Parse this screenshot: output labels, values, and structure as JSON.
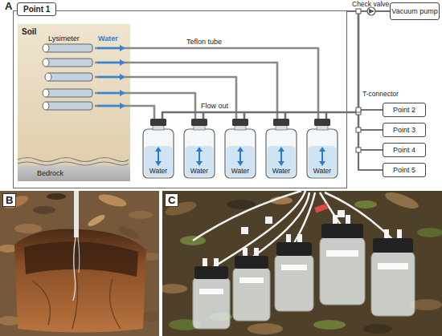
{
  "diagram": {
    "nodes": [
      {
        "text": [
          "Point 1"
        ]
      },
      {
        "text": [
          "Soil"
        ],
        "in": 0
      },
      {
        "text": [
          "Bedrock"
        ],
        "in": 0
      },
      {
        "text": [
          "Water"
        ],
        "in": 0
      },
      {
        "text": [
          "Water"
        ],
        "in": 0
      },
      {
        "text": [
          "Water"
        ],
        "in": 0
      },
      {
        "text": [
          "Water"
        ],
        "in": 0
      },
      {
        "text": [
          "Water"
        ],
        "in": 0
      },
      {
        "text": [
          "Vacuum pump"
        ]
      },
      {
        "text": [
          "Point 2"
        ]
      },
      {
        "text": [
          "Point 3"
        ]
      },
      {
        "text": [
          "Point 4"
        ]
      },
      {
        "text": [
          "Point 5"
        ]
      }
    ],
    "edges": [
      {
        "from": 0,
        "to": 8,
        "arrow": "none"
      },
      {
        "from": 9,
        "to": 8,
        "arrow": "none"
      },
      {
        "from": 10,
        "to": 8,
        "arrow": "none"
      },
      {
        "from": 11,
        "to": 8,
        "arrow": "none"
      },
      {
        "from": 12,
        "to": 8,
        "arrow": "none"
      }
    ],
    "labels": [
      "A",
      "Lysimeter",
      "Water",
      "Teflon tube",
      "Flow out",
      "Check valve",
      "T-connector",
      "B",
      "C"
    ]
  }
}
